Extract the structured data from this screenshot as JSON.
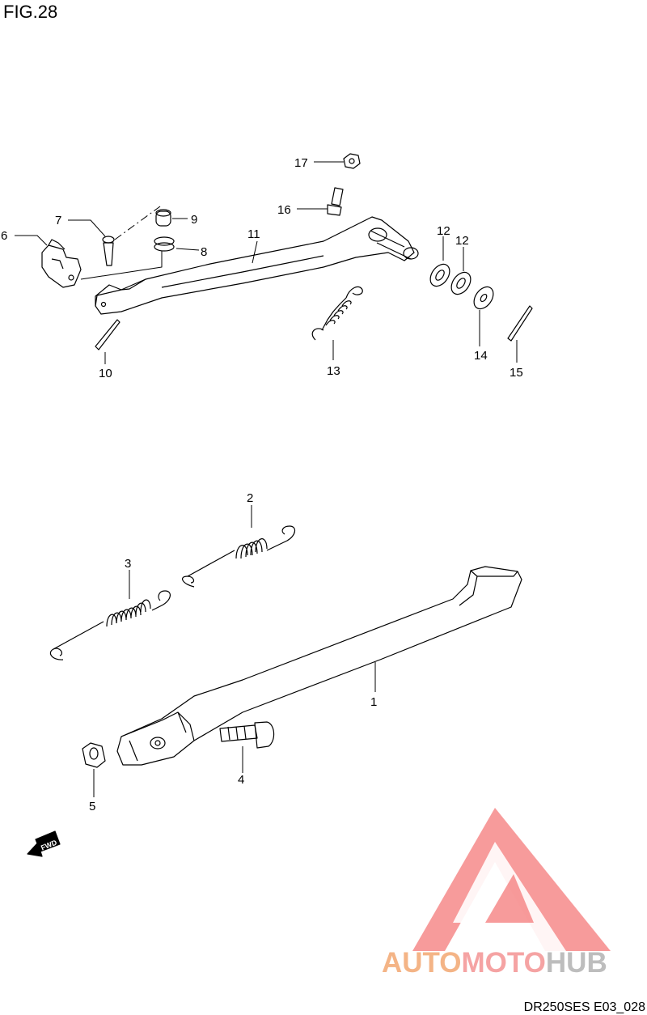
{
  "figure": {
    "title": "FIG.28",
    "code": "DR250SES E03_028",
    "fwd_label": "FWD"
  },
  "watermark": {
    "part1": "AUTO",
    "part2": "MOTO",
    "part3": "HUB",
    "colors": {
      "triangle": "#f47a7a",
      "auto": "#f4b486",
      "moto": "#f5a3a3",
      "hub": "#bdbdbd"
    }
  },
  "callouts": [
    "1",
    "2",
    "3",
    "4",
    "5",
    "6",
    "7",
    "8",
    "9",
    "10",
    "11",
    "12",
    "12",
    "13",
    "14",
    "15",
    "16",
    "17"
  ],
  "icons": [
    "fwd-arrow-icon",
    "watermark-triangle-icon"
  ]
}
